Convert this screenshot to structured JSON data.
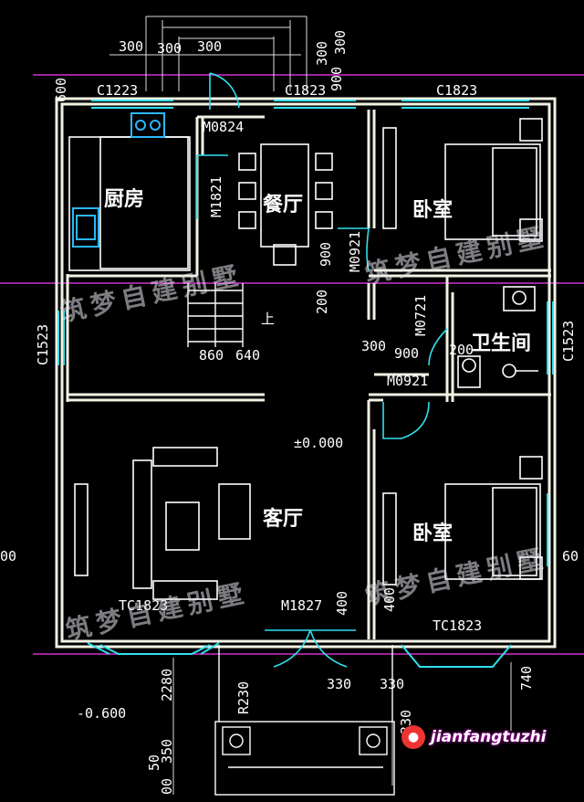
{
  "rooms": {
    "kitchen": "厨房",
    "dining": "餐厅",
    "bedroom_top": "卧室",
    "bathroom": "卫生间",
    "living": "客厅",
    "bedroom_bottom": "卧室"
  },
  "labels": {
    "window_c1223": "C1223",
    "window_c1823_top_mid": "C1823",
    "window_c1823_top_right": "C1823",
    "door_m0824": "M0824",
    "door_m1821": "M1821",
    "door_m0921_top": "M0921",
    "door_m0721": "M0721",
    "door_m0921_mid": "M0921",
    "door_m1827": "M1827",
    "window_tc1823_left": "TC1823",
    "window_tc1823_right": "TC1823",
    "window_c1523_left": "C1523",
    "window_c1523_right": "C1523",
    "stair_up": "上",
    "elevation_main": "±0.000",
    "elevation_outside": "-0.600",
    "dim_300_a": "300",
    "dim_300_b": "300",
    "dim_300_c": "300",
    "dim_300_vert": "300",
    "dim_900_vert_top": "900",
    "dim_300_vert_top": "300",
    "dim_600": "600",
    "dim_900_dining": "900",
    "dim_200_hall": "200",
    "dim_860": "860",
    "dim_640": "640",
    "dim_300_hall": "300",
    "dim_900_hall": "900",
    "dim_200_bath": "200",
    "dim_400_a": "400",
    "dim_400_b": "400",
    "dim_2280": "2280",
    "dim_r230": "R230",
    "dim_330_a": "330",
    "dim_330_b": "330",
    "dim_330_c": "330",
    "dim_740": "740",
    "dim_50": "50",
    "dim_350": "350",
    "dim_00": "00",
    "dim_00_left": "00",
    "dim_60_right": "60"
  },
  "watermarks": {
    "wm_top_left": "筑梦自建别墅",
    "wm_top_right": "筑梦自建别墅",
    "wm_bottom_left": "筑梦自建别墅",
    "wm_bottom_right": "筑梦自建别墅"
  },
  "brand": {
    "handle": "jianfangtuzhi"
  },
  "colors": {
    "wall": "#f2f2e4",
    "wall_fill": "#e8e6d2",
    "window": "#30e0f0",
    "furniture": "#ffffff",
    "axis_line": "#e040e0",
    "appliance": "#2bb8ff"
  }
}
